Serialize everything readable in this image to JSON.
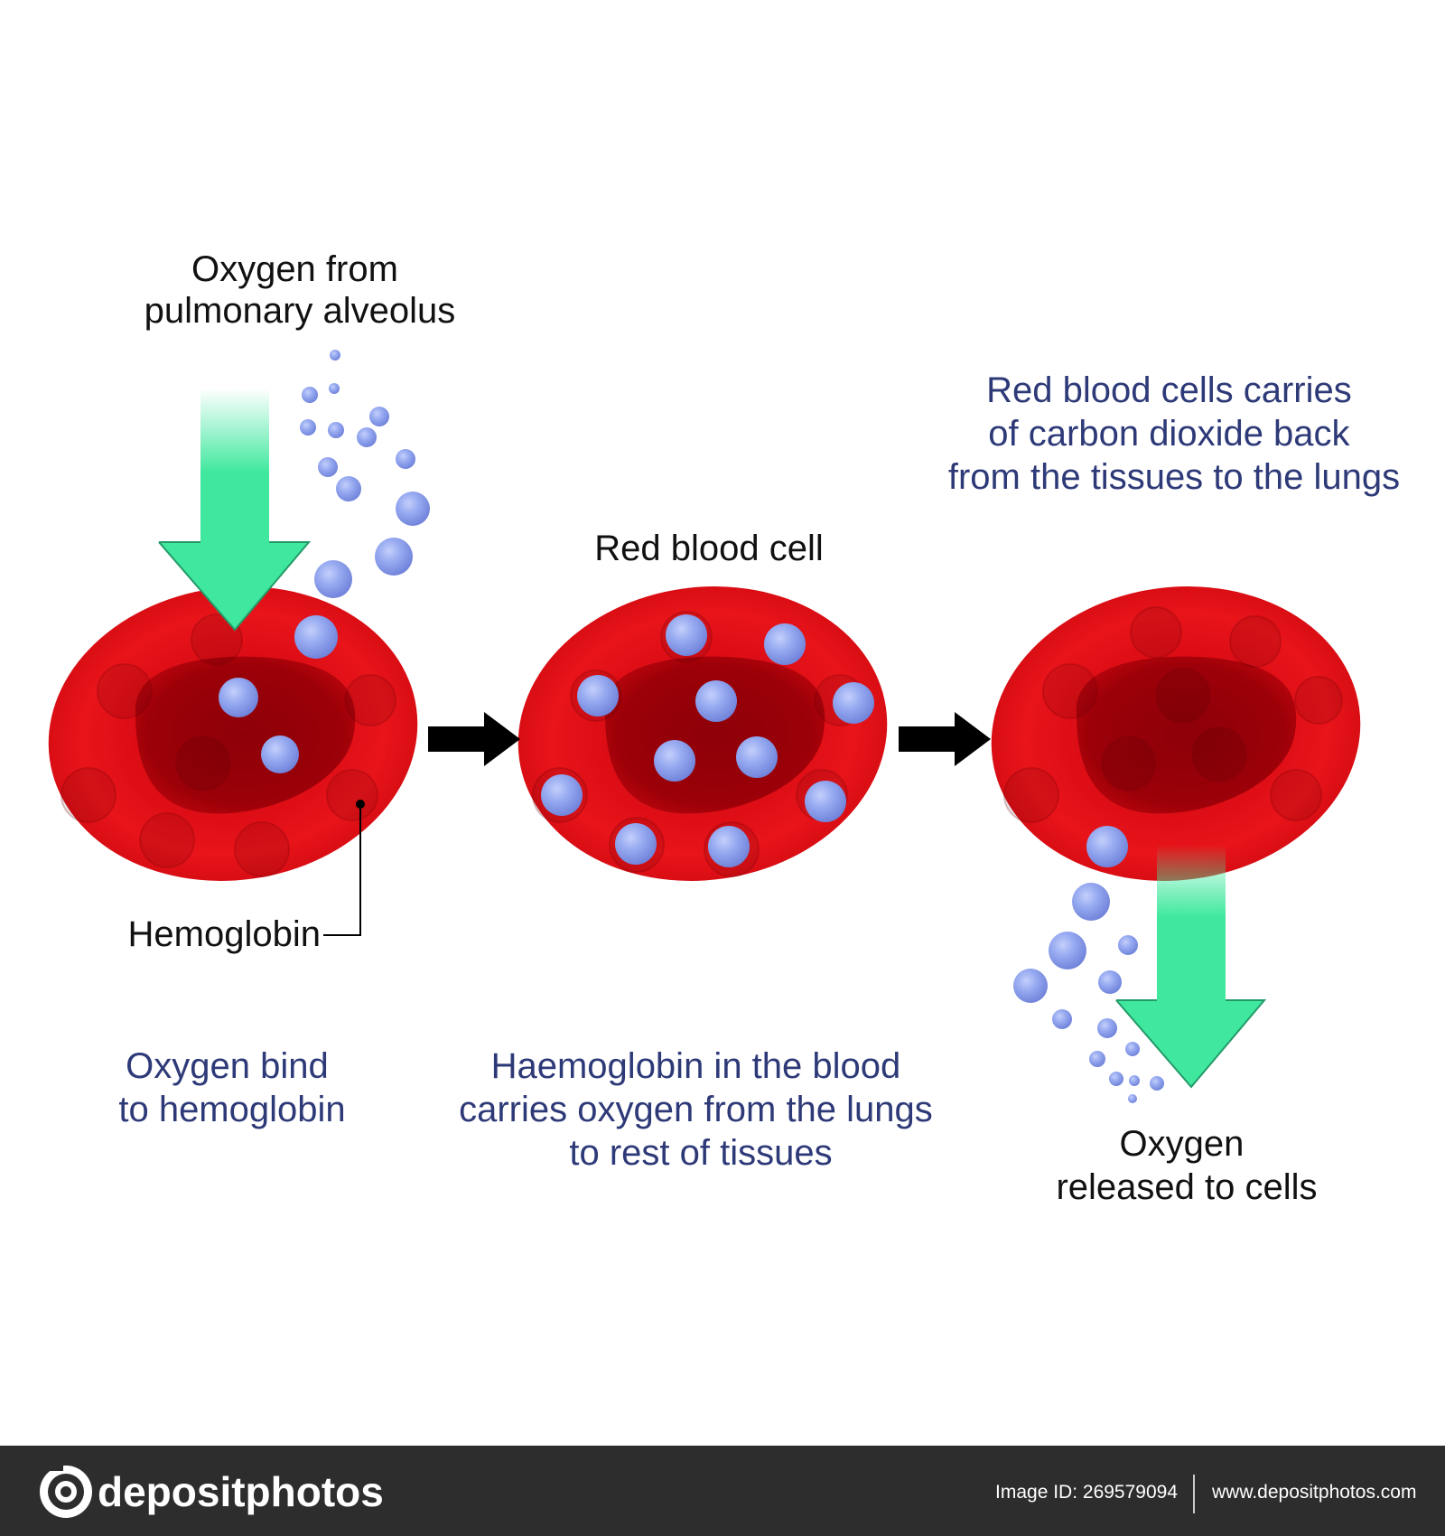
{
  "labels": {
    "oxygen_source": [
      "Oxygen from",
      "pulmonary alveolus"
    ],
    "red_blood_cell": "Red blood cell",
    "carbon_dioxide": [
      "Red blood cells carries",
      "of carbon dioxide back",
      "from the tissues to the lungs"
    ],
    "hemoglobin": "Hemoglobin",
    "oxygen_bind": [
      "Oxygen bind",
      "to hemoglobin"
    ],
    "haemoglobin_carries": [
      "Haemoglobin in the blood",
      "carries oxygen from the lungs",
      "to rest of tissues"
    ],
    "oxygen_released": [
      "Oxygen",
      "released to cells"
    ]
  },
  "footer": {
    "logo_text": "depositphotos",
    "image_id": "Image ID: 269579094",
    "url": "www.depositphotos.com"
  },
  "colors": {
    "cell_red": "#e01010",
    "cell_dark": "#8e0008",
    "oxygen_bubble": "#8fa3ee",
    "green_arrow": "#3fe89e",
    "blue_text": "#2e3a78",
    "footer_bg": "#2d2d2d"
  },
  "icons": {
    "logo": "camera-aperture-icon",
    "flow_arrow": "right-arrow-icon",
    "inflow_arrow": "down-arrow-icon"
  }
}
